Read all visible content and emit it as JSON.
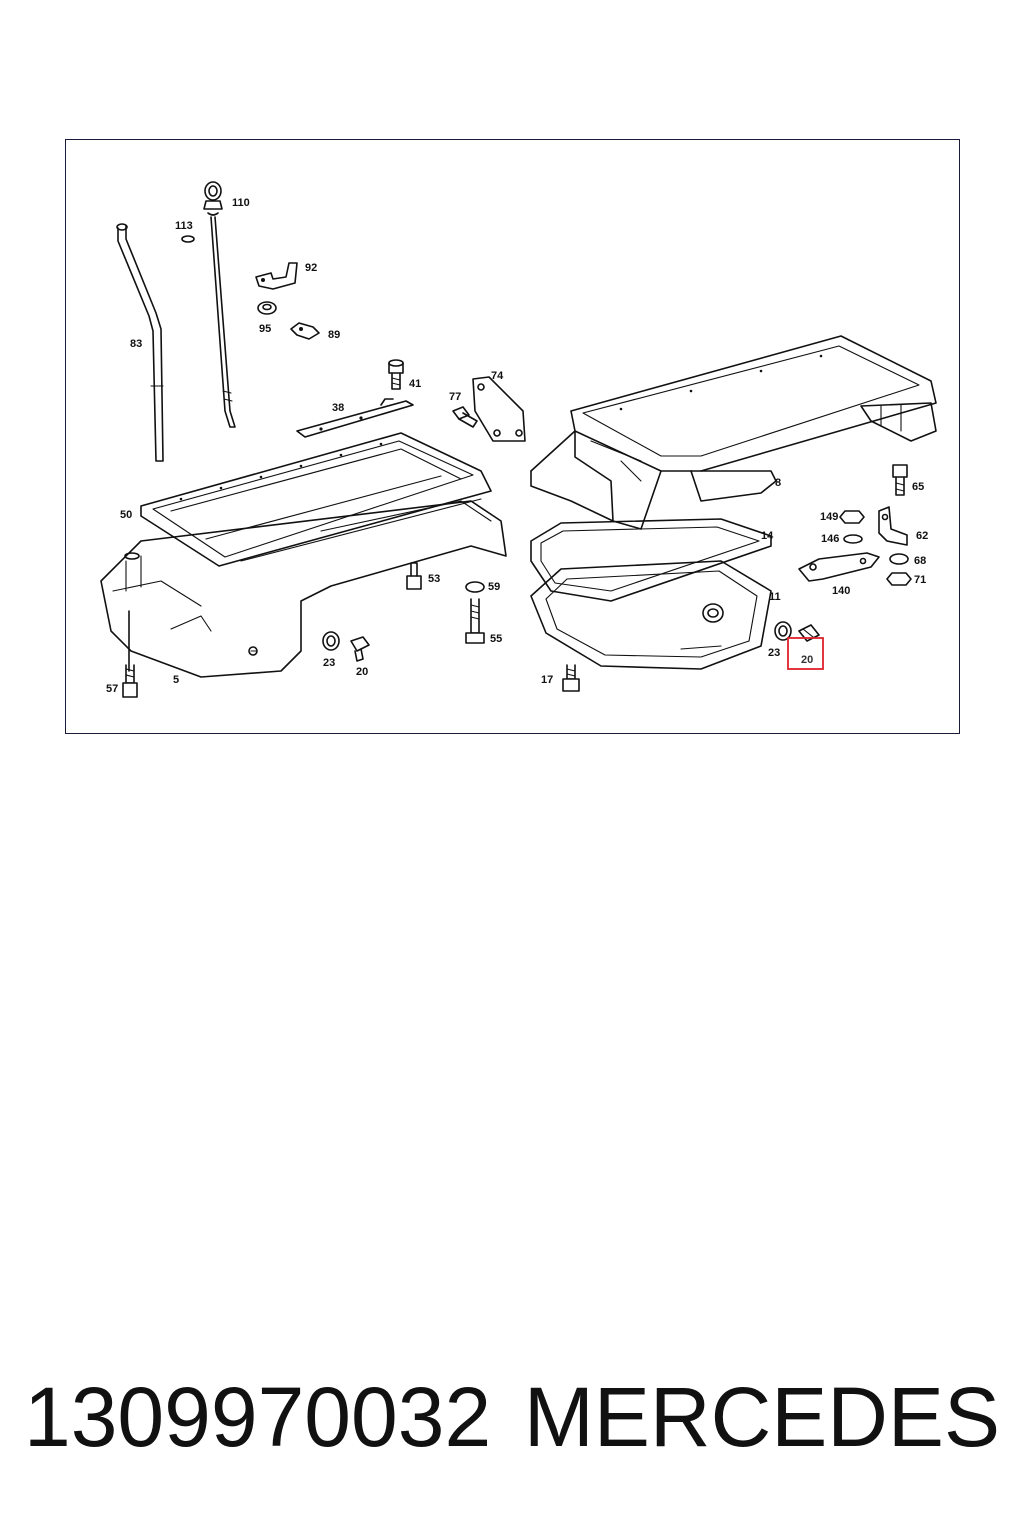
{
  "diagram": {
    "labels": {
      "p110": "110",
      "p113": "113",
      "p92": "92",
      "p95": "95",
      "p89": "89",
      "p83": "83",
      "p41": "41",
      "p74": "74",
      "p77": "77",
      "p38": "38",
      "p50": "50",
      "p53": "53",
      "p59": "59",
      "p55": "55",
      "p23a": "23",
      "p20a": "20",
      "p57": "57",
      "p5": "5",
      "p8": "8",
      "p65": "65",
      "p149": "149",
      "p62": "62",
      "p146": "146",
      "p14": "14",
      "p68": "68",
      "p71": "71",
      "p140": "140",
      "p11": "11",
      "p23b": "23",
      "p20b": "20",
      "p17": "17"
    },
    "highlighted_part": "20",
    "highlight_color": "#e0212b"
  },
  "caption": {
    "part_number": "1309970032",
    "brand": "MERCEDES"
  }
}
